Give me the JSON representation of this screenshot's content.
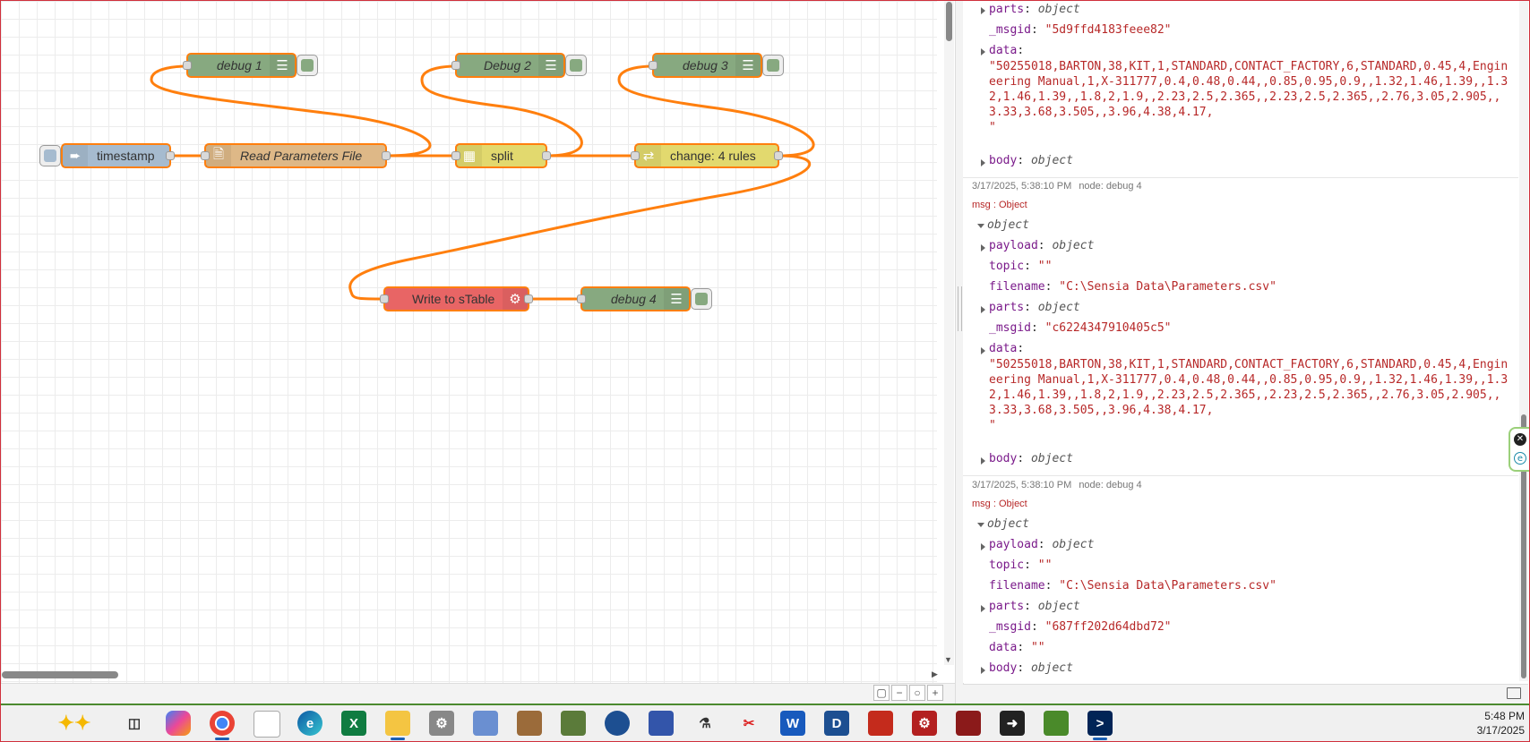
{
  "flow": {
    "nodes": {
      "debug1": "debug 1",
      "debug2": "Debug 2",
      "debug3": "debug 3",
      "timestamp": "timestamp",
      "read_file": "Read Parameters File",
      "split": "split",
      "change": "change: 4 rules",
      "write": "Write to sTable",
      "debug4": "debug 4"
    }
  },
  "colors": {
    "wire": "#ff7f0e",
    "debug_node": "#87a980",
    "inject_node": "#a6bbcf",
    "file_node": "#deb887",
    "function_node": "#e2d96e",
    "write_node": "#e86565"
  },
  "debug": {
    "messages": [
      {
        "parts_key": "parts",
        "parts_val": "object",
        "msgid_key": "_msgid",
        "msgid_val": "\"5d9ffd4183feee82\"",
        "data_key": "data",
        "data_val": "\"50255018,BARTON,38,KIT,1,STANDARD,CONTACT_FACTORY,6,STANDARD,0.45,4,Engineering Manual,1,X-311777,0.4,0.48,0.44,,0.85,0.95,0.9,,1.32,1.46,1.39,,1.32,1.46,1.39,,1.8,2,1.9,,2.23,2.5,2.365,,2.23,2.5,2.365,,2.76,3.05,2.905,,3.33,3.68,3.505,,3.96,4.38,4.17,\n\"",
        "body_key": "body",
        "body_val": "object"
      },
      {
        "timestamp": "3/17/2025, 5:38:10 PM",
        "node": "node: debug 4",
        "type": "msg : Object",
        "root": "object",
        "payload_key": "payload",
        "payload_val": "object",
        "topic_key": "topic",
        "topic_val": "\"\"",
        "filename_key": "filename",
        "filename_val": "\"C:\\Sensia Data\\Parameters.csv\"",
        "parts_key": "parts",
        "parts_val": "object",
        "msgid_key": "_msgid",
        "msgid_val": "\"c6224347910405c5\"",
        "data_key": "data",
        "data_val": "\"50255018,BARTON,38,KIT,1,STANDARD,CONTACT_FACTORY,6,STANDARD,0.45,4,Engineering Manual,1,X-311777,0.4,0.48,0.44,,0.85,0.95,0.9,,1.32,1.46,1.39,,1.32,1.46,1.39,,1.8,2,1.9,,2.23,2.5,2.365,,2.23,2.5,2.365,,2.76,3.05,2.905,,3.33,3.68,3.505,,3.96,4.38,4.17,\n\"",
        "body_key": "body",
        "body_val": "object"
      },
      {
        "timestamp": "3/17/2025, 5:38:10 PM",
        "node": "node: debug 4",
        "type": "msg : Object",
        "root": "object",
        "payload_key": "payload",
        "payload_val": "object",
        "topic_key": "topic",
        "topic_val": "\"\"",
        "filename_key": "filename",
        "filename_val": "\"C:\\Sensia Data\\Parameters.csv\"",
        "parts_key": "parts",
        "parts_val": "object",
        "msgid_key": "_msgid",
        "msgid_val": "\"687ff202d64dbd72\"",
        "data_key": "data",
        "data_val": "\"\"",
        "body_key": "body",
        "body_val": "object"
      }
    ]
  },
  "taskbar": {
    "icons": [
      "copilot-icon",
      "task-view-icon",
      "copilot-app-icon",
      "chrome-icon",
      "file-icon",
      "edge-icon",
      "excel-icon",
      "file-explorer-icon",
      "tool-icon",
      "app-icon",
      "app-icon",
      "app-icon",
      "app-icon",
      "network-icon",
      "app-icon",
      "snipping-tool-icon",
      "word-icon",
      "app-icon",
      "app-icon",
      "app-icon",
      "app-icon",
      "app-icon",
      "app-icon",
      "powershell-icon"
    ],
    "time": "5:48 PM",
    "date": "3/17/2025"
  }
}
